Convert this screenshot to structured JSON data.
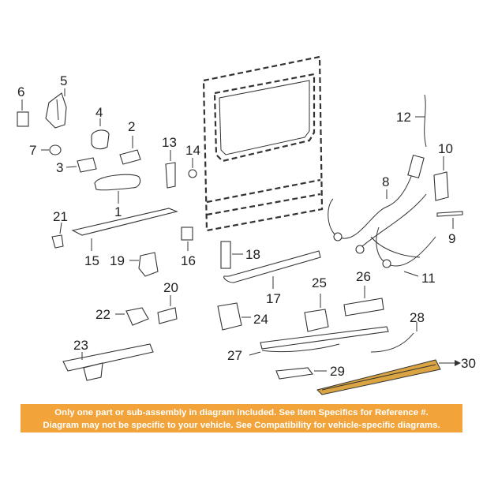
{
  "diagram": {
    "callouts": [
      "1",
      "2",
      "3",
      "4",
      "5",
      "6",
      "7",
      "8",
      "9",
      "10",
      "11",
      "12",
      "13",
      "14",
      "15",
      "16",
      "17",
      "18",
      "19",
      "20",
      "21",
      "22",
      "23",
      "24",
      "25",
      "26",
      "27",
      "28",
      "29",
      "30"
    ]
  },
  "notice": {
    "line1": "Only one part or sub-assembly in diagram included. See Item Specifics for Reference #.",
    "line2": "Diagram may not be specific to your vehicle. See Compatibility for vehicle-specific diagrams."
  },
  "colors": {
    "notice_background": "#f2a43a",
    "highlight_part": "#d9a441"
  }
}
